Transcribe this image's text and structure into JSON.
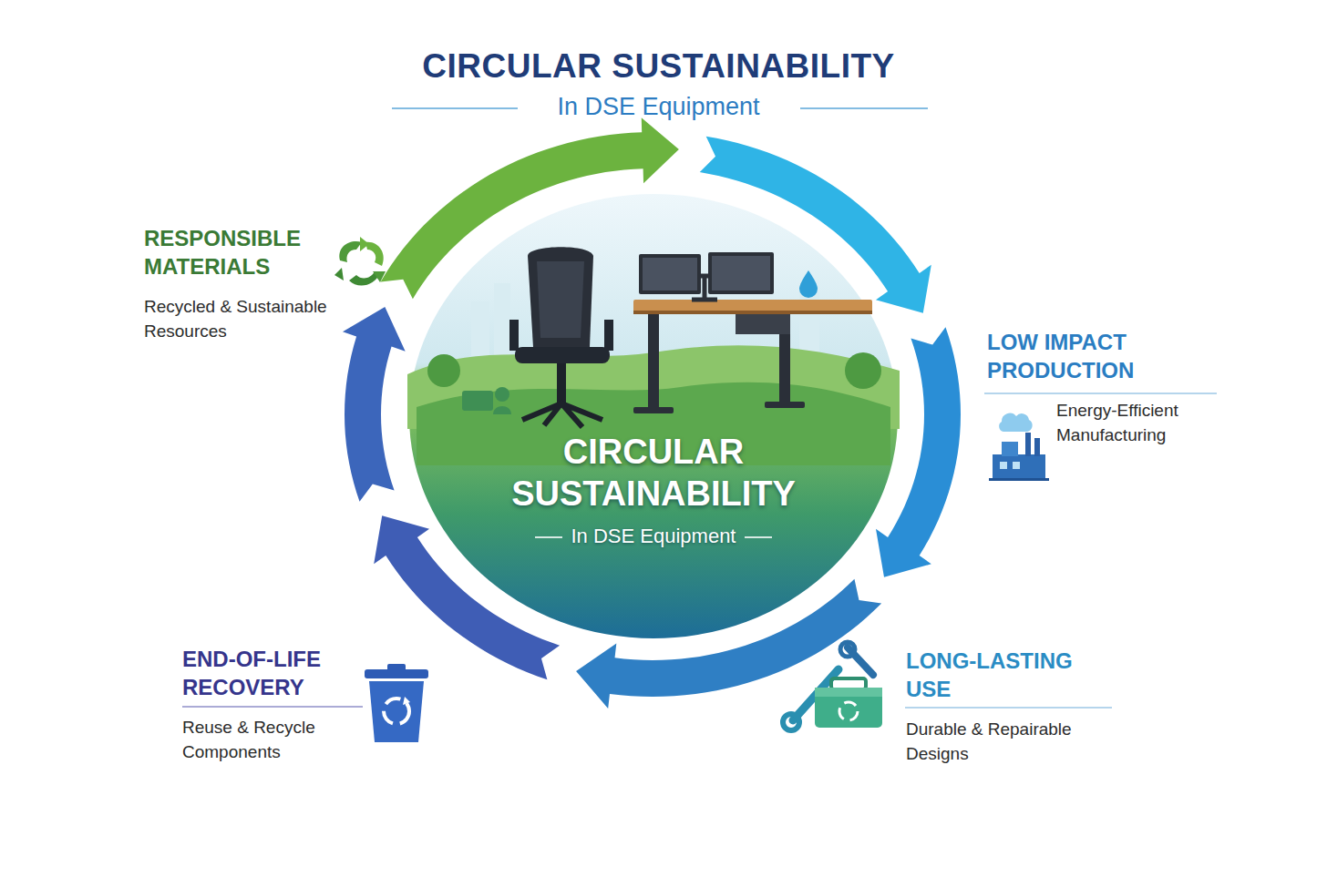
{
  "diagram": {
    "title": "CIRCULAR SUSTAINABILITY",
    "nodes": [
      {
        "text": [
          "CIRCULAR SUSTAINABILITY",
          "In DSE Equipment"
        ]
      },
      {
        "text": [
          "RESPONSIBLE MATERIALS",
          "Recycled & Sustainable Resources"
        ]
      },
      {
        "text": [
          "LOW IMPACT PRODUCTION",
          "Energy-Efficient Manufacturing"
        ]
      },
      {
        "text": [
          "LONG-LASTING USE",
          "Durable & Repairable Designs"
        ]
      },
      {
        "text": [
          "END-OF-LIFE RECOVERY",
          "Reuse & Recycle Components"
        ]
      }
    ],
    "labels": [
      "In DSE Equipment"
    ]
  }
}
